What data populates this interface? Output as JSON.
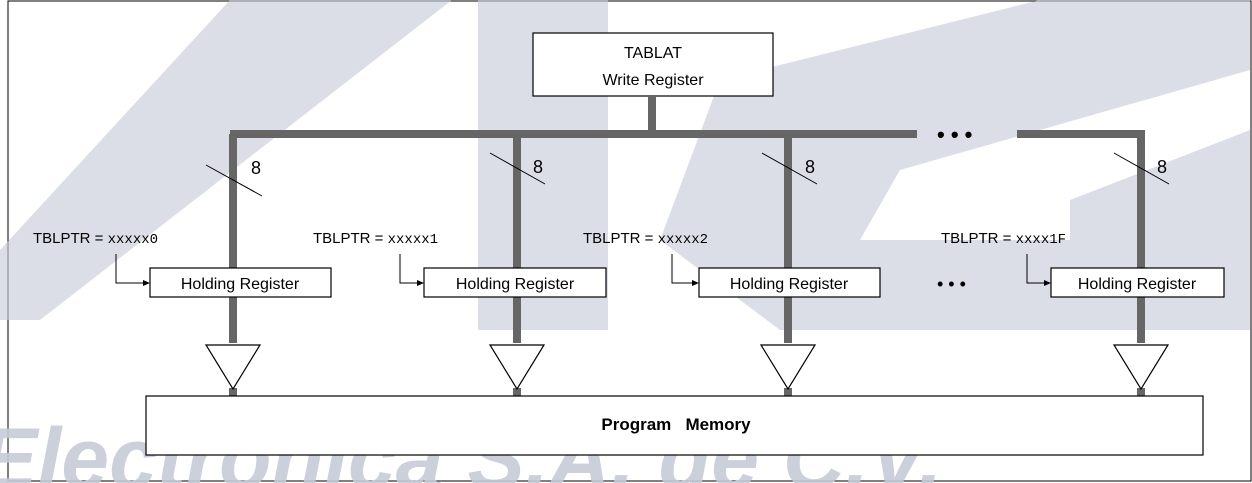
{
  "diagram": {
    "tablat_box": {
      "line1": "TABLAT",
      "line2": "Write Register"
    },
    "bus_width_labels": [
      "8",
      "8",
      "8",
      "8"
    ],
    "columns": [
      {
        "tblptr_prefix": "TBLPTR = ",
        "tblptr_value": "xxxxx0",
        "register_label": "Holding Register"
      },
      {
        "tblptr_prefix": "TBLPTR = ",
        "tblptr_value": "xxxxx1",
        "register_label": "Holding Register"
      },
      {
        "tblptr_prefix": "TBLPTR = ",
        "tblptr_value": "xxxxx2",
        "register_label": "Holding Register"
      },
      {
        "tblptr_prefix": "TBLPTR = ",
        "tblptr_value": "xxxx1F",
        "register_label": "Holding Register"
      }
    ],
    "ellipsis_top": "• • •",
    "ellipsis_middle": "• • •",
    "program_memory_label": "Program   Memory"
  },
  "watermark": {
    "colors": {
      "shape": "#c8ccda",
      "text": "#c6cbd8"
    }
  },
  "colors": {
    "bus": "#666666",
    "box_border": "#000000",
    "text": "#000000"
  }
}
